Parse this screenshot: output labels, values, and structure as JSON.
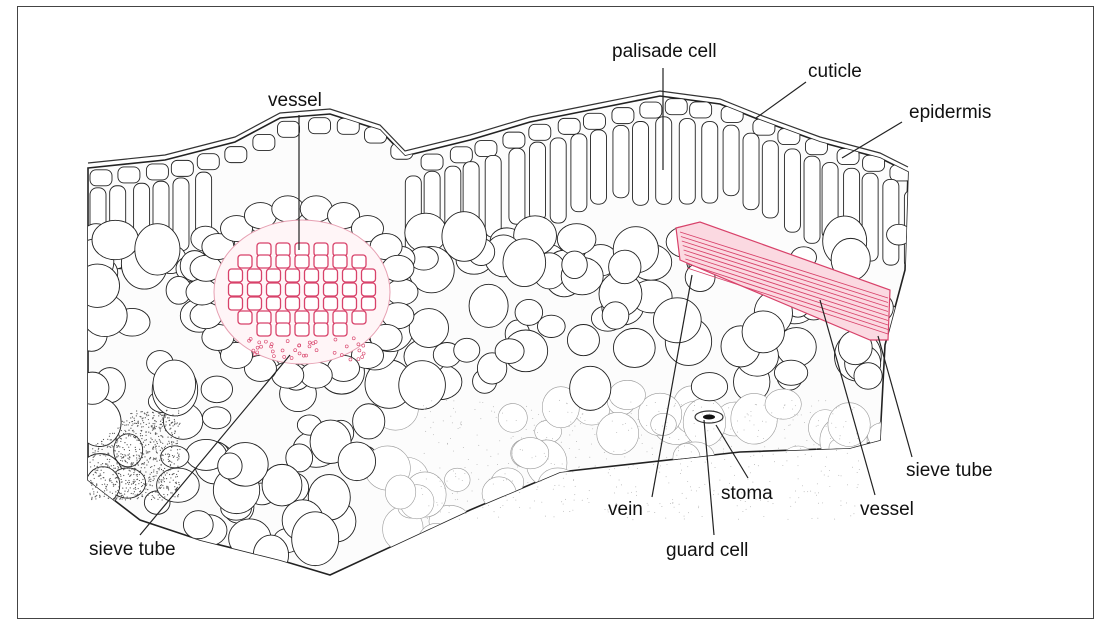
{
  "diagram": {
    "labels": {
      "palisade_cell": "palisade cell",
      "cuticle": "cuticle",
      "epidermis": "epidermis",
      "vessel_left": "vessel",
      "sieve_tube_left": "sieve tube",
      "vein": "vein",
      "stoma": "stoma",
      "guard_cell": "guard cell",
      "vessel_right": "vessel",
      "sieve_tube_right": "sieve tube"
    },
    "colors": {
      "outline": "#222222",
      "faint": "#9a9a9a",
      "vascular": "#d8426a",
      "vascular_fill": "#f6c2cf"
    }
  }
}
